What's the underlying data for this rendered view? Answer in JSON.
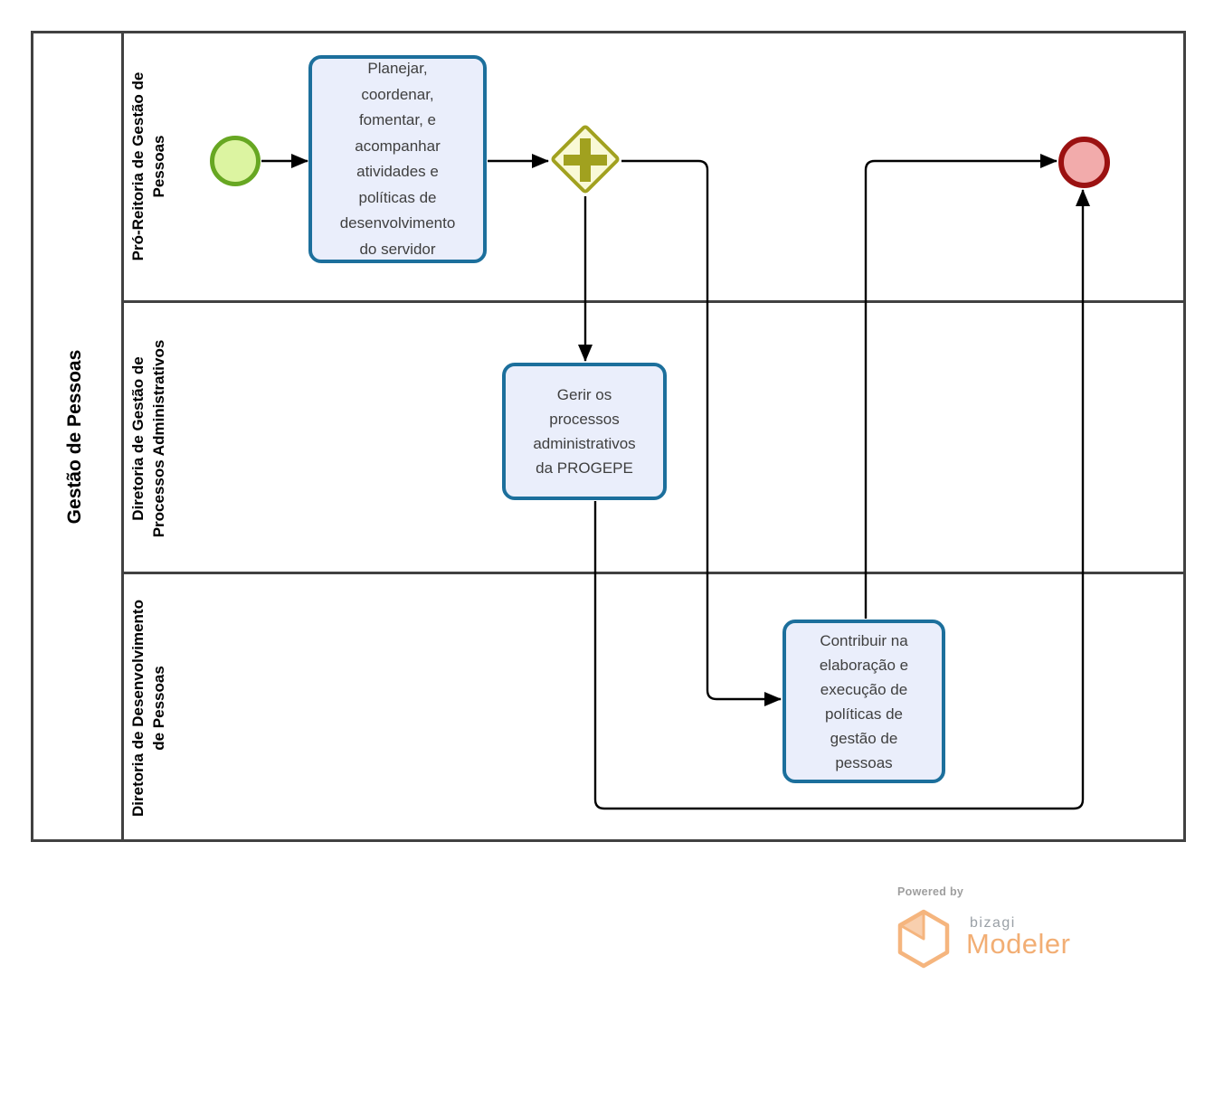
{
  "pool": {
    "title": "Gestão de Pessoas",
    "lanes": [
      {
        "label": "Pró-Reitoria de Gestão de\nPessoas"
      },
      {
        "label": "Diretoria de Gestão de\nProcessos Administrativos"
      },
      {
        "label": "Diretoria de Desenvolvimento\nde Pessoas"
      }
    ]
  },
  "nodes": {
    "start_event": {
      "type": "start-event"
    },
    "task_planejar": {
      "label": "Planejar,\ncoordenar,\nfomentar, e\nacompanhar\natividades e\npolíticas de\ndesenvolvimento\ndo servidor"
    },
    "gateway": {
      "type": "parallel-gateway"
    },
    "task_gerir": {
      "label": "Gerir os\nprocessos\nadministrativos\nda PROGEPE"
    },
    "task_contribuir": {
      "label": "Contribuir na\nelaboração e\nexecução de\npolíticas de\ngestão de\npessoas"
    },
    "end_event": {
      "type": "end-event"
    }
  },
  "footer": {
    "powered_by": "Powered by",
    "brand": "bizagi",
    "product": "Modeler"
  },
  "colors": {
    "task_fill": "#eaeefb",
    "task_border": "#1c6f9c",
    "start_fill": "#dcf4a1",
    "start_border": "#67a722",
    "gateway_fill": "#f9f9d6",
    "gateway_border": "#a1a11f",
    "end_fill": "#f2abab",
    "end_border": "#9b1111",
    "flow_line": "#000000",
    "lane_border": "#414141",
    "brand_orange": "#f2ae74",
    "brand_gray": "#9aa0a6"
  }
}
